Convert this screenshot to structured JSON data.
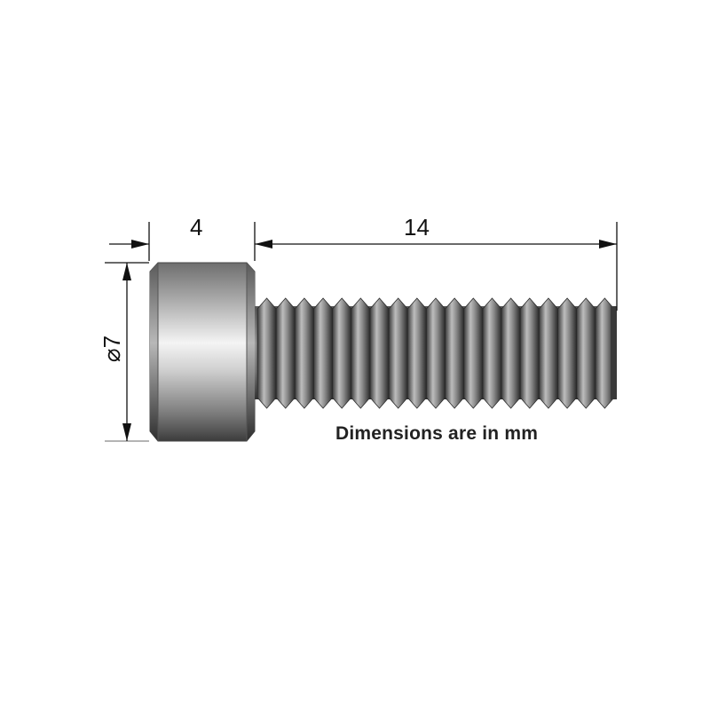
{
  "diagram": {
    "subject": "Socket head cap screw",
    "dimensions": {
      "head_length": "4",
      "thread_length": "14",
      "head_diameter": "⌀7"
    },
    "note": "Dimensions are in mm",
    "colors": {
      "background": "#ffffff",
      "line": "#111111",
      "metal_light": "#f2f2f2",
      "metal_mid": "#9a9a9a",
      "metal_dark": "#3a3a3a"
    },
    "thread_count": 19
  }
}
